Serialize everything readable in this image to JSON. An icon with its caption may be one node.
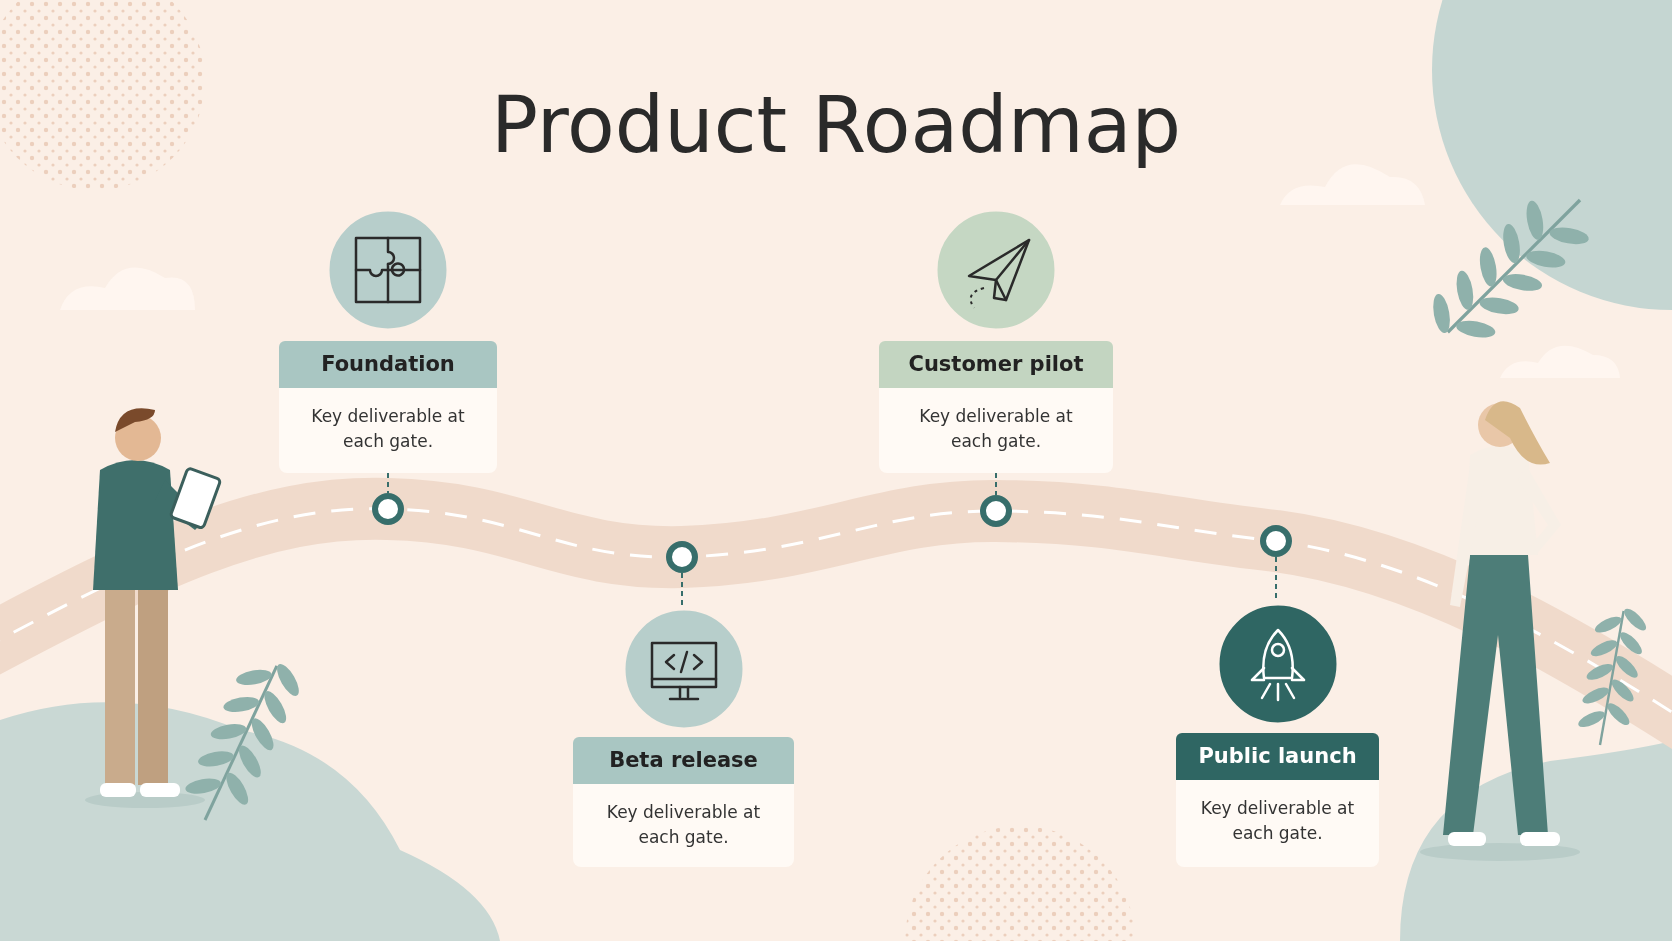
{
  "diagram": {
    "title": "Product Roadmap",
    "nodes": [
      {
        "text": [
          "Foundation",
          "Key deliverable at each gate."
        ]
      },
      {
        "text": [],
        "shape": "circle"
      },
      {
        "text": [],
        "shape": "circle"
      },
      {
        "text": [
          "Beta release",
          "Key deliverable at each gate."
        ]
      },
      {
        "text": [
          "Customer pilot",
          "Key deliverable at each gate."
        ]
      },
      {
        "text": [],
        "shape": "circle"
      },
      {
        "text": [],
        "shape": "circle"
      },
      {
        "text": [
          "Public launch",
          "Key deliverable at each gate."
        ]
      }
    ],
    "edges": [
      {
        "from": 0,
        "to": 1,
        "arrow": "none",
        "style": "dashed"
      },
      {
        "from": 2,
        "to": 3,
        "arrow": "none",
        "style": "dashed"
      },
      {
        "from": 4,
        "to": 5,
        "arrow": "none",
        "style": "dashed"
      },
      {
        "from": 6,
        "to": 7,
        "arrow": "none",
        "style": "dashed"
      }
    ]
  }
}
